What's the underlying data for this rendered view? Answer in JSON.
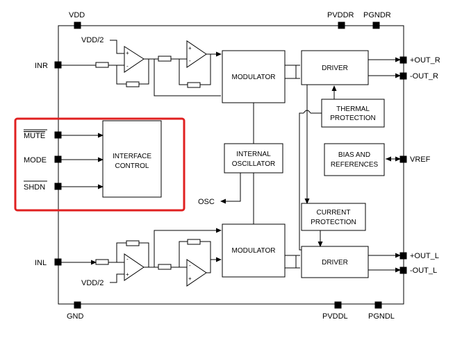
{
  "pins": {
    "vdd": "VDD",
    "pvddr": "PVDDR",
    "pgndr": "PGNDR",
    "inr": "INR",
    "inl": "INL",
    "mute": "MUTE",
    "mode": "MODE",
    "shdn": "SHDN",
    "osc": "OSC",
    "gnd": "GND",
    "pvddl": "PVDDL",
    "pgndl": "PGNDL",
    "out_r_pos": "+OUT_R",
    "out_r_neg": "-OUT_R",
    "vref": "VREF",
    "out_l_pos": "+OUT_L",
    "out_l_neg": "-OUT_L"
  },
  "labels": {
    "vdd_half_top": "VDD/2",
    "vdd_half_bottom": "VDD/2"
  },
  "blocks": {
    "modulator_top": "MODULATOR",
    "modulator_bottom": "MODULATOR",
    "driver_top": "DRIVER",
    "driver_bottom": "DRIVER",
    "thermal": [
      "THERMAL",
      "PROTECTION"
    ],
    "oscillator": [
      "INTERNAL",
      "OSCILLATOR"
    ],
    "bias": [
      "BIAS AND",
      "REFERENCES"
    ],
    "current": [
      "CURRENT",
      "PROTECTION"
    ],
    "interface": [
      "INTERFACE",
      "CONTROL"
    ]
  },
  "colors": {
    "line": "#000000",
    "highlight": "#e02020"
  }
}
